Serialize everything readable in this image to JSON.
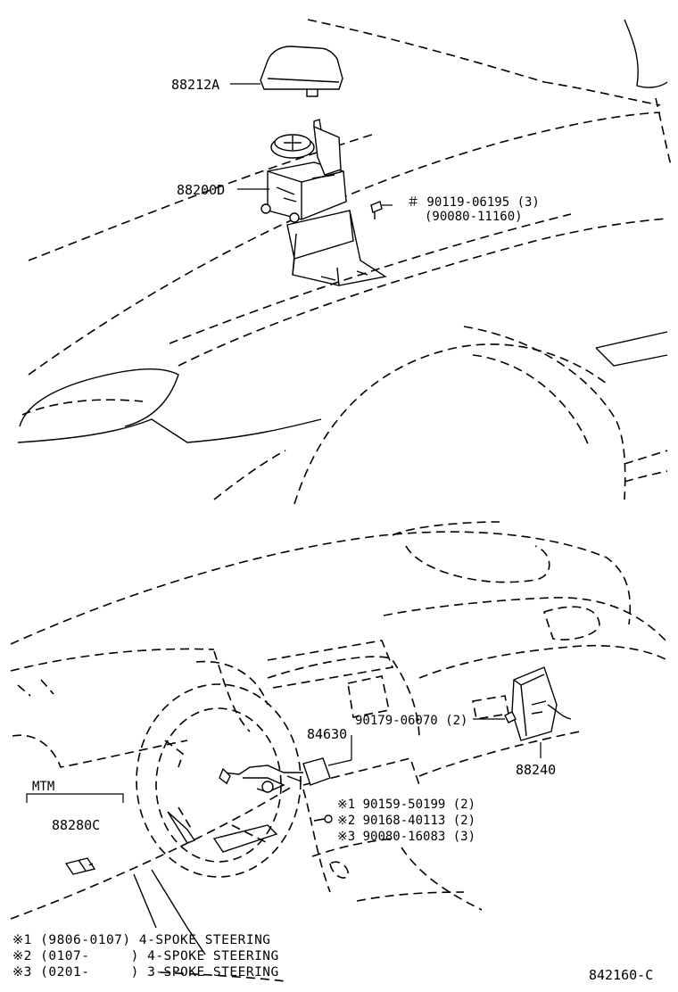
{
  "labels": {
    "p88212a": "88212A",
    "p88200d": "88200D",
    "p90119": "＃ 90119-06195 (3)",
    "p90080a": "(90080-11160)",
    "p84630": "84630",
    "p90179": "90179-06070 (2)",
    "p88240": "88240",
    "mtm": "MTM",
    "p88280c": "88280C",
    "s1": "※1 90159-50199 (2)",
    "s2": "※2 90168-40113 (2)",
    "s3": "※3 90080-16083 (3)"
  },
  "footnotes": [
    "※1 (9806-0107) 4-SPOKE STEERING",
    "※2 (0107-     ) 4-SPOKE STEERING",
    "※3 (0201-     ) 3-SPOKE STEERING"
  ],
  "figure_code": "842160-C"
}
